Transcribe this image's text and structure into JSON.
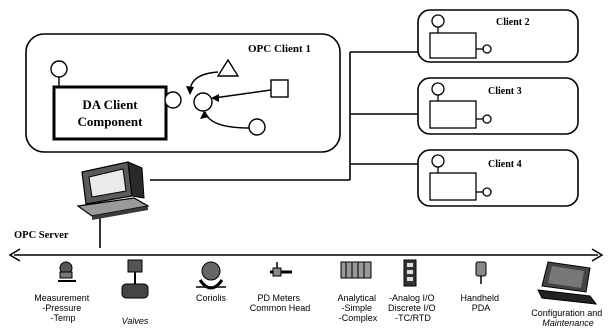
{
  "opc_client_1": {
    "title": "OPC Client 1",
    "component_line1": "DA Client",
    "component_line2": "Component"
  },
  "clients": [
    {
      "label": "Client 2"
    },
    {
      "label": "Client 3"
    },
    {
      "label": "Client 4"
    }
  ],
  "server": {
    "label": "OPC Server"
  },
  "devices": [
    {
      "lines": [
        "Measurement",
        "-Pressure",
        "-Temp"
      ]
    },
    {
      "lines": [
        "Valves"
      ],
      "italic": true
    },
    {
      "lines": [
        "Coriolis"
      ]
    },
    {
      "lines": [
        "PD Meters",
        "Common Head"
      ]
    },
    {
      "lines": [
        "Analytical",
        "-Simple",
        "-Complex"
      ]
    },
    {
      "lines": [
        "-Analog I/O",
        "Discrete I/O",
        "-TC/RTD"
      ]
    },
    {
      "lines": [
        "Handheld",
        "PDA"
      ]
    },
    {
      "lines": [
        "Configuration and",
        "Maintenance"
      ]
    }
  ]
}
